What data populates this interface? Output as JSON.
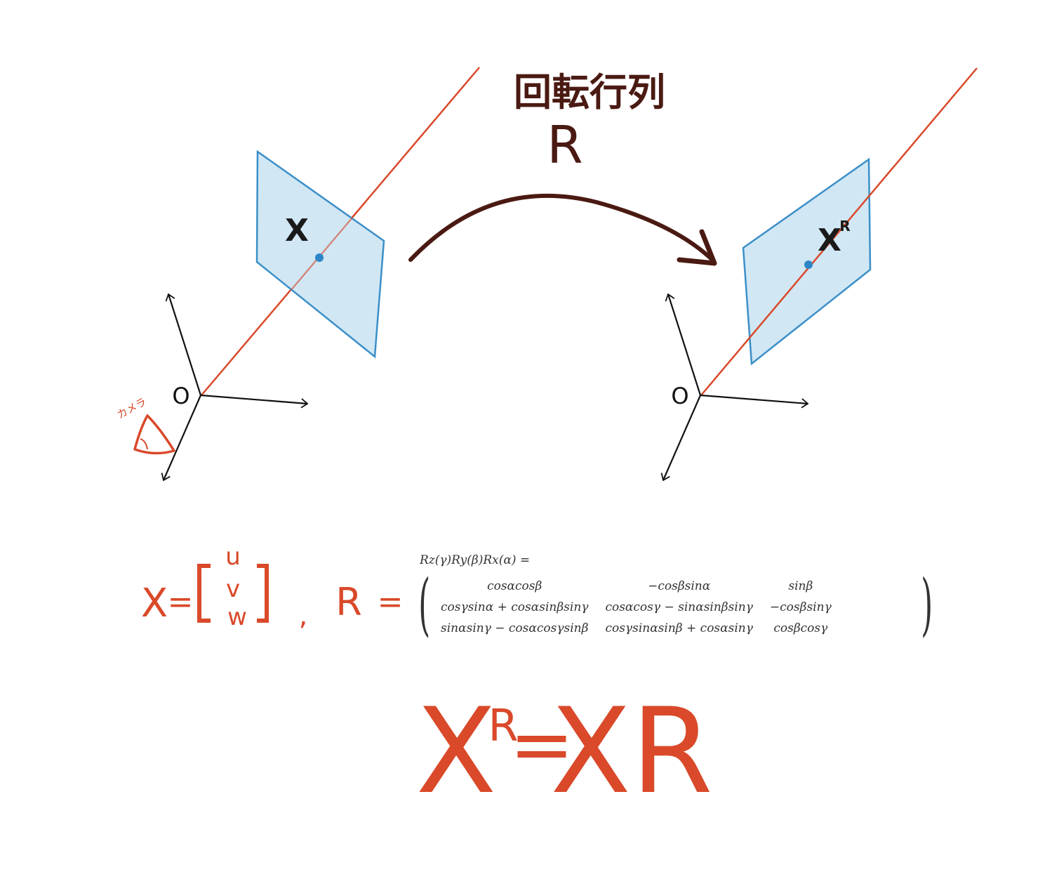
{
  "title": {
    "line1": "回転行列",
    "line2": "R"
  },
  "left_figure": {
    "point_label": "X",
    "origin_label": "O",
    "camera_label": "カメラ"
  },
  "right_figure": {
    "point_label": "X",
    "point_superscript": "R",
    "origin_label": "O"
  },
  "vector_def": {
    "lhs": "X",
    "eq": "=",
    "entries": [
      "u",
      "v",
      "w"
    ],
    "comma": ","
  },
  "rotation_def": {
    "lhs": "R",
    "eq": "=",
    "product": "Rz(γ)Ry(β)Rx(α) =",
    "matrix": [
      [
        "cosαcosβ",
        "−cosβsinα",
        "sinβ"
      ],
      [
        "cosγsinα + cosαsinβsinγ",
        "cosαcosγ − sinαsinβsinγ",
        "−cosβsinγ"
      ],
      [
        "sinαsinγ − cosαcosγsinβ",
        "cosγsinαsinβ + cosαsinγ",
        "cosβcosγ"
      ]
    ]
  },
  "result": {
    "lhs": "X",
    "lhs_sup": "R",
    "eq": "=",
    "rhs": "XR"
  },
  "colors": {
    "red": "#d9492a",
    "blue_fill": "#c9e3f2",
    "blue_edge": "#3b8fc8",
    "brown": "#4a1a12",
    "black": "#111111"
  }
}
